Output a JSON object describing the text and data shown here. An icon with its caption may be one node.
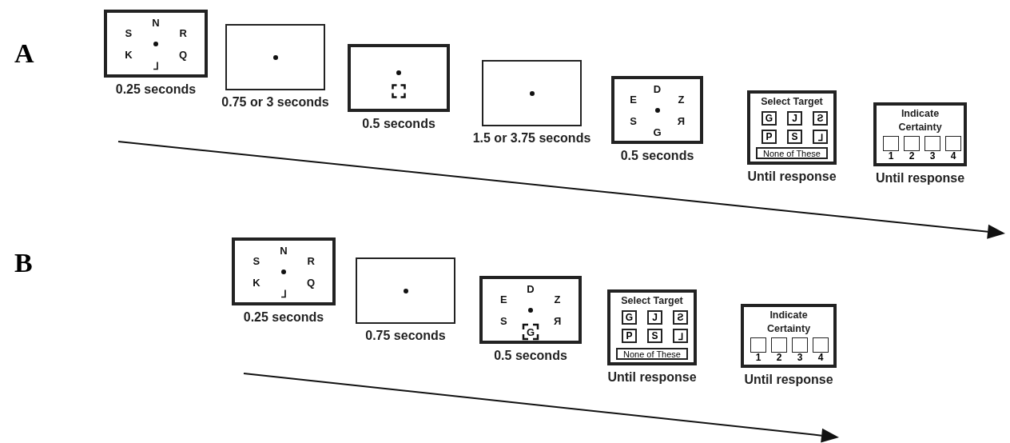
{
  "diagram": {
    "nodes": [
      {
        "text": [
          "N",
          "S",
          "R",
          "K",
          "Q",
          "⅃"
        ],
        "beside": [
          "0.25 seconds"
        ]
      },
      {
        "text": [],
        "shape": "box",
        "beside": [
          "0.75 or 3 seconds"
        ]
      },
      {
        "text": [],
        "shape": "box",
        "beside": [
          "0.5 seconds"
        ]
      },
      {
        "text": [],
        "shape": "box",
        "beside": [
          "1.5 or 3.75 seconds"
        ]
      },
      {
        "text": [
          "D",
          "E",
          "Z",
          "S",
          "Я",
          "G"
        ],
        "beside": [
          "0.5 seconds"
        ]
      },
      {
        "text": [
          "Select Target"
        ],
        "beside": [
          "Until response"
        ]
      },
      {
        "text": [
          "G"
        ],
        "in": 5
      },
      {
        "text": [
          "J"
        ],
        "in": 5
      },
      {
        "text": [
          "Ƨ"
        ],
        "in": 5
      },
      {
        "text": [
          "P"
        ],
        "in": 5
      },
      {
        "text": [
          "S"
        ],
        "in": 5
      },
      {
        "text": [
          "⅃"
        ],
        "in": 5
      },
      {
        "text": [
          "None of These"
        ],
        "in": 5
      },
      {
        "text": [
          "Indicate Certainty"
        ],
        "beside": [
          "Until response"
        ]
      },
      {
        "text": [],
        "shape": "box",
        "in": 13,
        "beside": [
          "1"
        ]
      },
      {
        "text": [],
        "shape": "box",
        "in": 13,
        "beside": [
          "2"
        ]
      },
      {
        "text": [],
        "shape": "box",
        "in": 13,
        "beside": [
          "3"
        ]
      },
      {
        "text": [],
        "shape": "box",
        "in": 13,
        "beside": [
          "4"
        ]
      },
      {
        "text": [
          "N",
          "S",
          "R",
          "K",
          "Q",
          "⅃"
        ],
        "beside": [
          "0.25 seconds"
        ]
      },
      {
        "text": [],
        "shape": "box",
        "beside": [
          "0.75 seconds"
        ]
      },
      {
        "text": [
          "D",
          "E",
          "Z",
          "S",
          "Я",
          "G"
        ],
        "beside": [
          "0.5 seconds"
        ]
      },
      {
        "text": [
          "Select Target"
        ],
        "beside": [
          "Until response"
        ]
      },
      {
        "text": [
          "G"
        ],
        "in": 21
      },
      {
        "text": [
          "J"
        ],
        "in": 21
      },
      {
        "text": [
          "Ƨ"
        ],
        "in": 21
      },
      {
        "text": [
          "P"
        ],
        "in": 21
      },
      {
        "text": [
          "S"
        ],
        "in": 21
      },
      {
        "text": [
          "⅃"
        ],
        "in": 21
      },
      {
        "text": [
          "None of These"
        ],
        "in": 21
      },
      {
        "text": [
          "Indicate Certainty"
        ],
        "beside": [
          "Until response"
        ]
      },
      {
        "text": [],
        "shape": "box",
        "in": 29,
        "beside": [
          "1"
        ]
      },
      {
        "text": [],
        "shape": "box",
        "in": 29,
        "beside": [
          "2"
        ]
      },
      {
        "text": [],
        "shape": "box",
        "in": 29,
        "beside": [
          "3"
        ]
      },
      {
        "text": [],
        "shape": "box",
        "in": 29,
        "beside": [
          "4"
        ]
      }
    ],
    "edges": [],
    "labels": [
      "A",
      "B"
    ]
  }
}
